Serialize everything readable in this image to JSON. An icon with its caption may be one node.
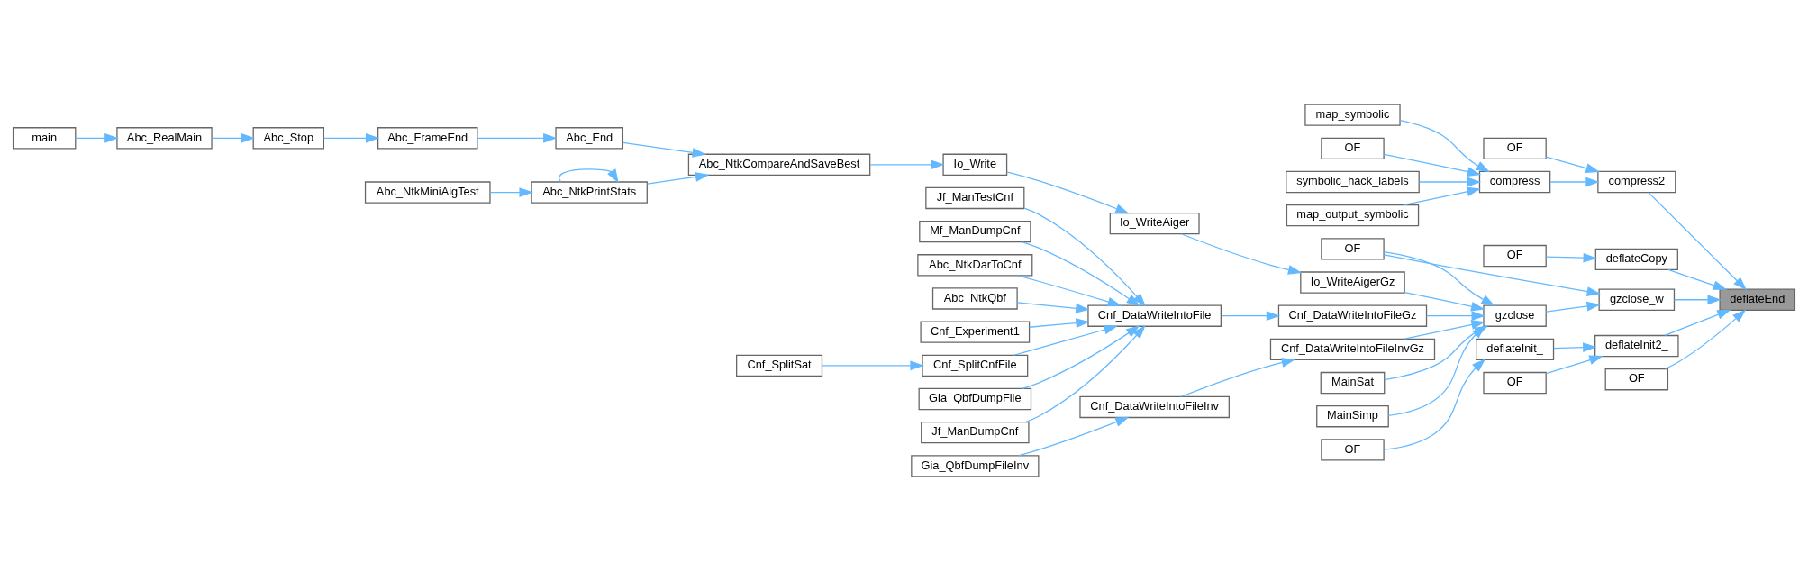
{
  "diagram": {
    "nodes": [
      {
        "text": [
          "main"
        ]
      },
      {
        "text": [
          "Abc_RealMain"
        ]
      },
      {
        "text": [
          "Abc_Stop"
        ]
      },
      {
        "text": [
          "Abc_FrameEnd"
        ]
      },
      {
        "text": [
          "Abc_End"
        ]
      },
      {
        "text": [
          "Abc_NtkMiniAigTest"
        ]
      },
      {
        "text": [
          "Abc_NtkPrintStats"
        ]
      },
      {
        "text": [
          "Abc_NtkCompareAndSaveBest"
        ]
      },
      {
        "text": [
          "Io_Write"
        ]
      },
      {
        "text": [
          "Abc_NtkDarToCnf"
        ]
      },
      {
        "text": [
          "Abc_NtkQbf"
        ]
      },
      {
        "text": [
          "Cnf_Experiment1"
        ]
      },
      {
        "text": [
          "Cnf_SplitSat"
        ]
      },
      {
        "text": [
          "Cnf_SplitCnfFile"
        ]
      },
      {
        "text": [
          "Gia_QbfDumpFile"
        ]
      },
      {
        "text": [
          "Jf_ManDumpCnf"
        ]
      },
      {
        "text": [
          "Jf_ManTestCnf"
        ]
      },
      {
        "text": [
          "Mf_ManDumpCnf"
        ]
      },
      {
        "text": [
          "Gia_QbfDumpFileInv"
        ]
      },
      {
        "text": [
          "Cnf_DataWriteIntoFile"
        ]
      },
      {
        "text": [
          "Cnf_DataWriteIntoFileInv"
        ]
      },
      {
        "text": [
          "Io_WriteAiger"
        ]
      },
      {
        "text": [
          "map_output_symbolic"
        ]
      },
      {
        "text": [
          "map_symbolic"
        ]
      },
      {
        "text": [
          "OF"
        ]
      },
      {
        "text": [
          "symbolic_hack_labels"
        ]
      },
      {
        "text": [
          "OF"
        ]
      },
      {
        "text": [
          "Cnf_DataWriteIntoFileGz"
        ]
      },
      {
        "text": [
          "Cnf_DataWriteIntoFileInvGz"
        ]
      },
      {
        "text": [
          "Io_WriteAigerGz"
        ]
      },
      {
        "text": [
          "MainSat"
        ]
      },
      {
        "text": [
          "MainSimp"
        ]
      },
      {
        "text": [
          "OF"
        ]
      },
      {
        "text": [
          "compress"
        ]
      },
      {
        "text": [
          "OF"
        ]
      },
      {
        "text": [
          "OF"
        ]
      },
      {
        "text": [
          "deflateInit_"
        ]
      },
      {
        "text": [
          "OF"
        ]
      },
      {
        "text": [
          "gzclose"
        ]
      },
      {
        "text": [
          "compress2"
        ]
      },
      {
        "text": [
          "deflateCopy"
        ]
      },
      {
        "text": [
          "deflateInit2_"
        ]
      },
      {
        "text": [
          "gzclose_w"
        ]
      },
      {
        "text": [
          "OF"
        ]
      },
      {
        "text": [
          "deflateEnd"
        ]
      }
    ],
    "edges": [
      {
        "from": 0,
        "to": 1,
        "arrow": "to"
      },
      {
        "from": 1,
        "to": 2,
        "arrow": "to"
      },
      {
        "from": 2,
        "to": 3,
        "arrow": "to"
      },
      {
        "from": 3,
        "to": 4,
        "arrow": "to"
      },
      {
        "from": 4,
        "to": 7,
        "arrow": "to"
      },
      {
        "from": 5,
        "to": 6,
        "arrow": "to"
      },
      {
        "from": 6,
        "to": 6,
        "arrow": "to"
      },
      {
        "from": 6,
        "to": 7,
        "arrow": "to"
      },
      {
        "from": 7,
        "to": 8,
        "arrow": "to"
      },
      {
        "from": 8,
        "to": 21,
        "arrow": "to"
      },
      {
        "from": 21,
        "to": 29,
        "arrow": "to"
      },
      {
        "from": 29,
        "to": 38,
        "arrow": "to"
      },
      {
        "from": 12,
        "to": 13,
        "arrow": "to"
      },
      {
        "from": 9,
        "to": 19,
        "arrow": "to"
      },
      {
        "from": 10,
        "to": 19,
        "arrow": "to"
      },
      {
        "from": 11,
        "to": 19,
        "arrow": "to"
      },
      {
        "from": 13,
        "to": 19,
        "arrow": "to"
      },
      {
        "from": 14,
        "to": 19,
        "arrow": "to"
      },
      {
        "from": 15,
        "to": 19,
        "arrow": "to"
      },
      {
        "from": 16,
        "to": 19,
        "arrow": "to"
      },
      {
        "from": 17,
        "to": 19,
        "arrow": "to"
      },
      {
        "from": 19,
        "to": 27,
        "arrow": "to"
      },
      {
        "from": 27,
        "to": 38,
        "arrow": "to"
      },
      {
        "from": 18,
        "to": 20,
        "arrow": "to"
      },
      {
        "from": 20,
        "to": 28,
        "arrow": "to"
      },
      {
        "from": 28,
        "to": 38,
        "arrow": "to"
      },
      {
        "from": 30,
        "to": 38,
        "arrow": "to"
      },
      {
        "from": 31,
        "to": 38,
        "arrow": "to"
      },
      {
        "from": 32,
        "to": 38,
        "arrow": "to"
      },
      {
        "from": 32,
        "to": 42,
        "arrow": "to"
      },
      {
        "from": 22,
        "to": 33,
        "arrow": "to"
      },
      {
        "from": 23,
        "to": 33,
        "arrow": "to"
      },
      {
        "from": 24,
        "to": 33,
        "arrow": "to"
      },
      {
        "from": 25,
        "to": 33,
        "arrow": "to"
      },
      {
        "from": 33,
        "to": 39,
        "arrow": "to"
      },
      {
        "from": 34,
        "to": 39,
        "arrow": "to"
      },
      {
        "from": 26,
        "to": 36,
        "arrow": "to"
      },
      {
        "from": 35,
        "to": 40,
        "arrow": "to"
      },
      {
        "from": 36,
        "to": 41,
        "arrow": "to"
      },
      {
        "from": 37,
        "to": 41,
        "arrow": "to"
      },
      {
        "from": 38,
        "to": 42,
        "arrow": "to"
      },
      {
        "from": 39,
        "to": 44,
        "arrow": "to"
      },
      {
        "from": 40,
        "to": 44,
        "arrow": "to"
      },
      {
        "from": 41,
        "to": 44,
        "arrow": "to"
      },
      {
        "from": 42,
        "to": 44,
        "arrow": "to"
      },
      {
        "from": 43,
        "to": 44,
        "arrow": "to"
      }
    ]
  }
}
